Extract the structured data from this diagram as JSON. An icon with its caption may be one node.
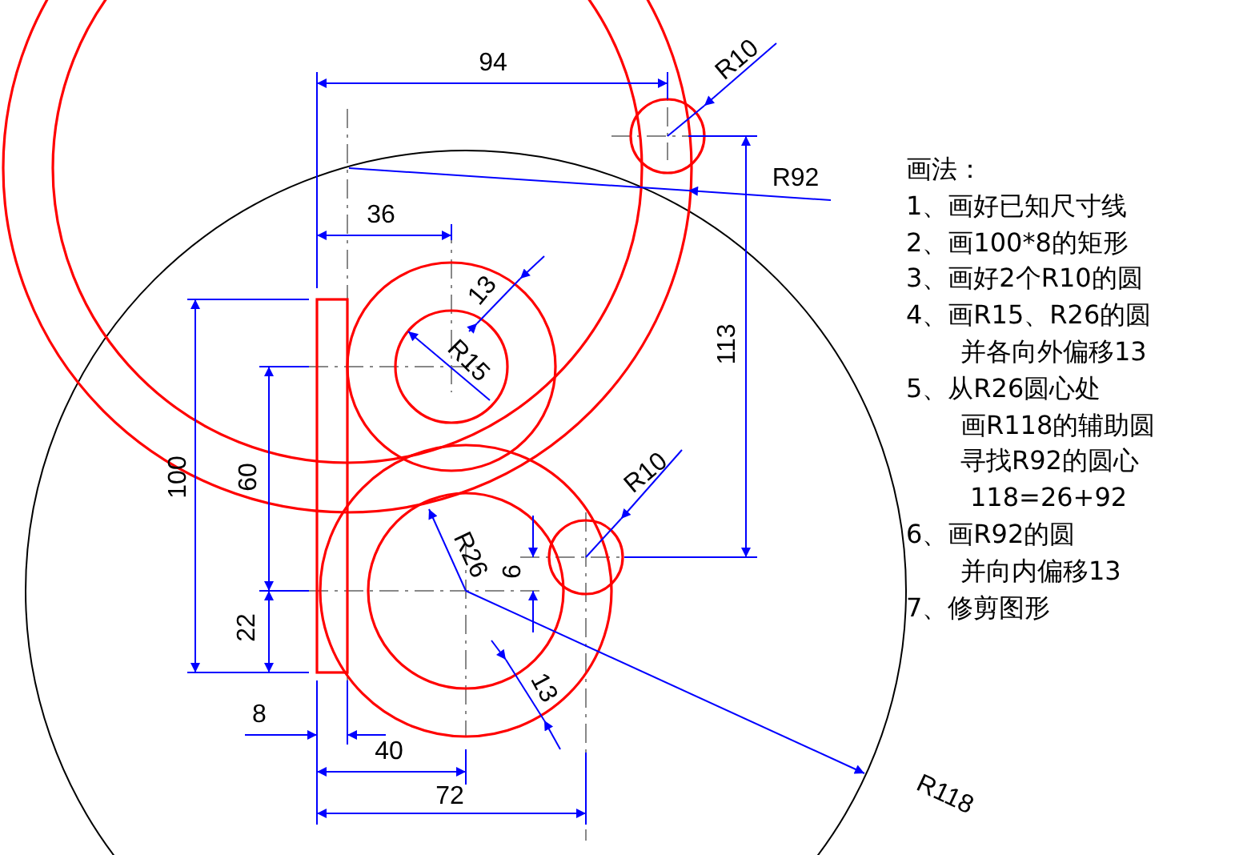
{
  "diagram": {
    "labels": [
      "94",
      "R10",
      "R92",
      "36",
      "13",
      "R15",
      "100",
      "60",
      "R10",
      "113",
      "R26",
      "9",
      "22",
      "13",
      "8",
      "40",
      "72",
      "R118",
      "画法：",
      "1、画好已知尺寸线",
      "2、画100*8的矩形",
      "3、画好2个R10的圆",
      "4、画R15、R26的圆",
      "并各向外偏移13",
      "5、从R26圆心处",
      "画R118的辅助圆",
      "寻找R92的圆心",
      "118=26+92",
      "6、画R92的圆",
      "并向内偏移13",
      "7、修剪图形"
    ]
  }
}
